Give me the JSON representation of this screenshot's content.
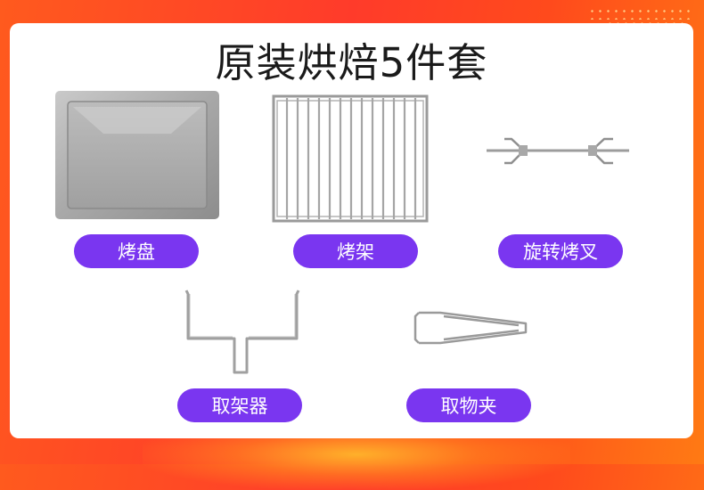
{
  "title": "原装烘焙5件套",
  "items": [
    {
      "label": "烤盘",
      "icon": "baking-tray-icon"
    },
    {
      "label": "烤架",
      "icon": "wire-rack-icon"
    },
    {
      "label": "旋转烤叉",
      "icon": "rotisserie-fork-icon"
    },
    {
      "label": "取架器",
      "icon": "rack-lifter-icon"
    },
    {
      "label": "取物夹",
      "icon": "tong-clip-icon"
    }
  ],
  "colors": {
    "accent": "#7a36f0",
    "background": "#ff4a22",
    "card": "#ffffff"
  }
}
